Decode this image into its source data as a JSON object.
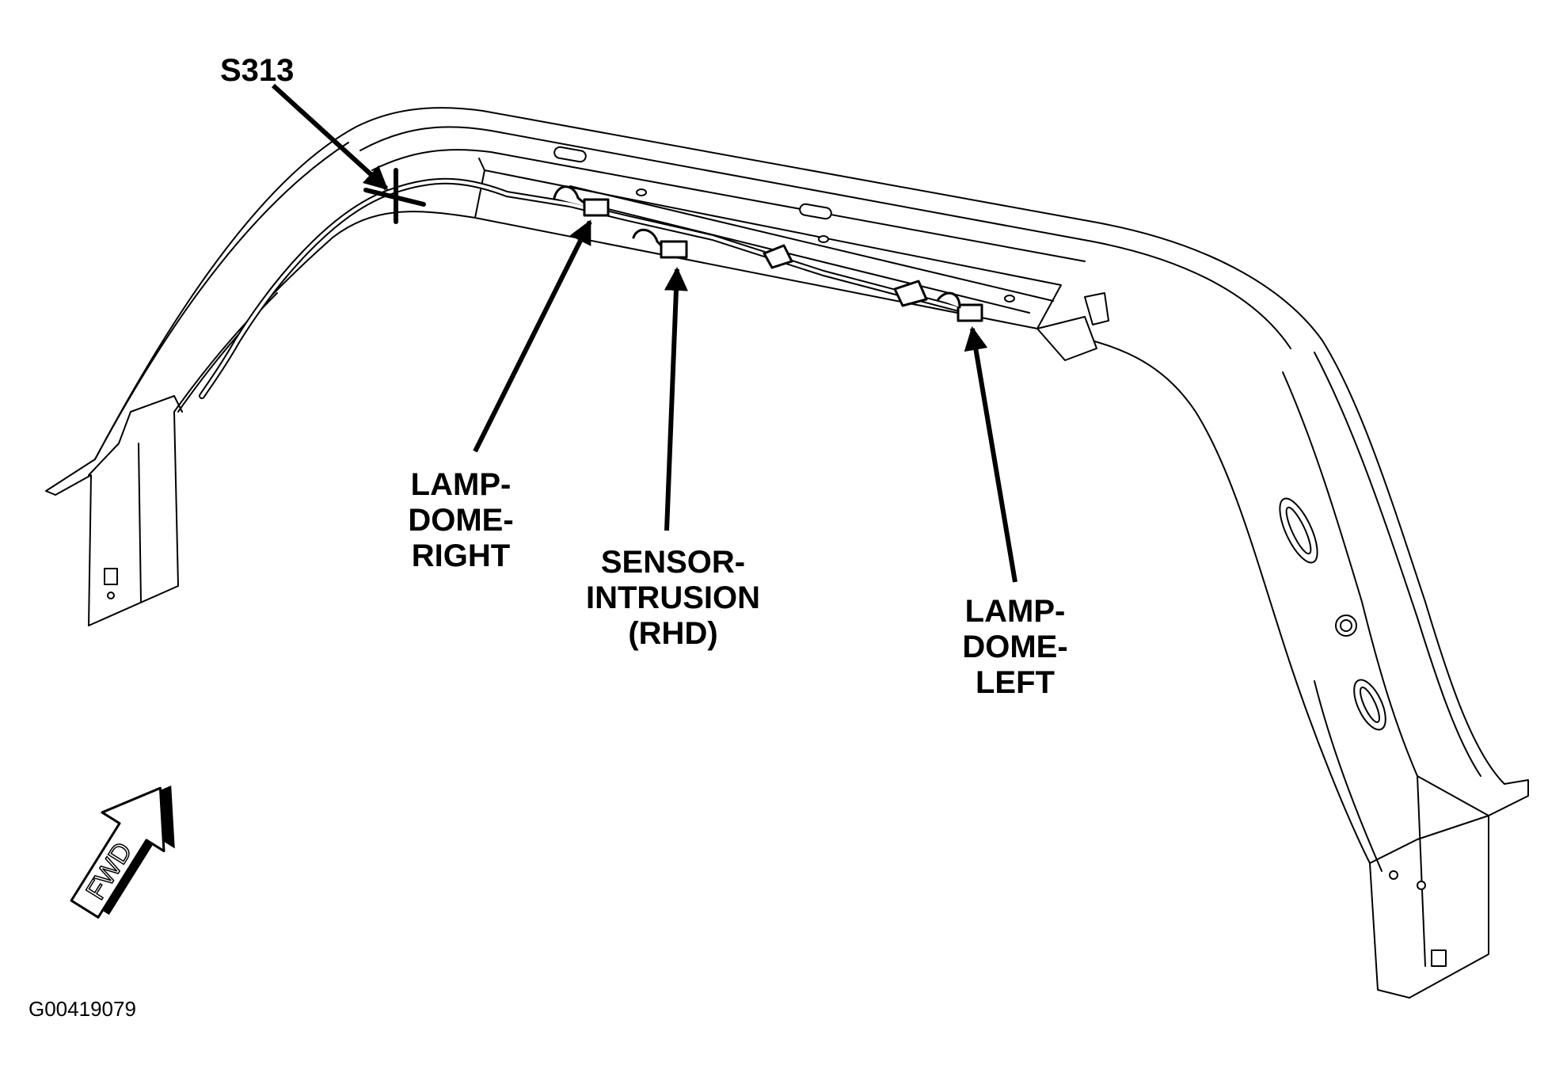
{
  "callouts": {
    "s313": "S313",
    "lamp_dome_right": [
      "LAMP-",
      "DOME-",
      "RIGHT"
    ],
    "sensor_intrusion": [
      "SENSOR-",
      "INTRUSION",
      "(RHD)"
    ],
    "lamp_dome_left": [
      "LAMP-",
      "DOME-",
      "LEFT"
    ]
  },
  "direction_arrow": {
    "label": "FWD"
  },
  "figure_id": "G00419079"
}
